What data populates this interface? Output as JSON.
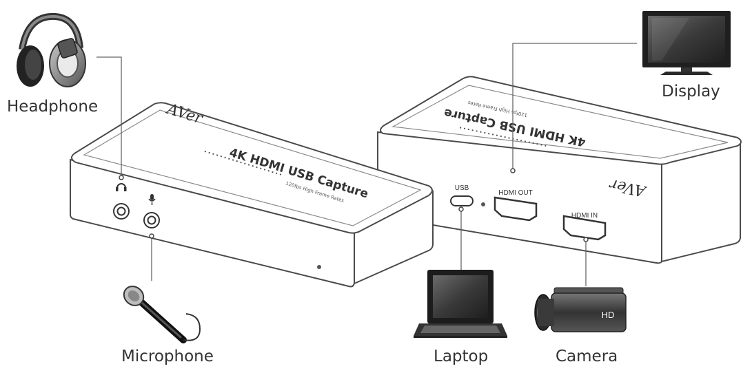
{
  "devices": {
    "headphone": "Headphone",
    "microphone": "Microphone",
    "laptop": "Laptop",
    "camera": "Camera",
    "camera_badge": "HD",
    "display": "Display"
  },
  "capture_unit": {
    "brand": "AVer",
    "product_name": "4K HDMI USB Capture",
    "tagline": "120fps High Frame Rates"
  },
  "ports": {
    "usb": "USB",
    "hdmi_out": "HDMI OUT",
    "hdmi_in": "HDMI IN"
  },
  "colors": {
    "outline": "#4a4a4a",
    "wire": "#666666",
    "label_text": "#333333"
  }
}
